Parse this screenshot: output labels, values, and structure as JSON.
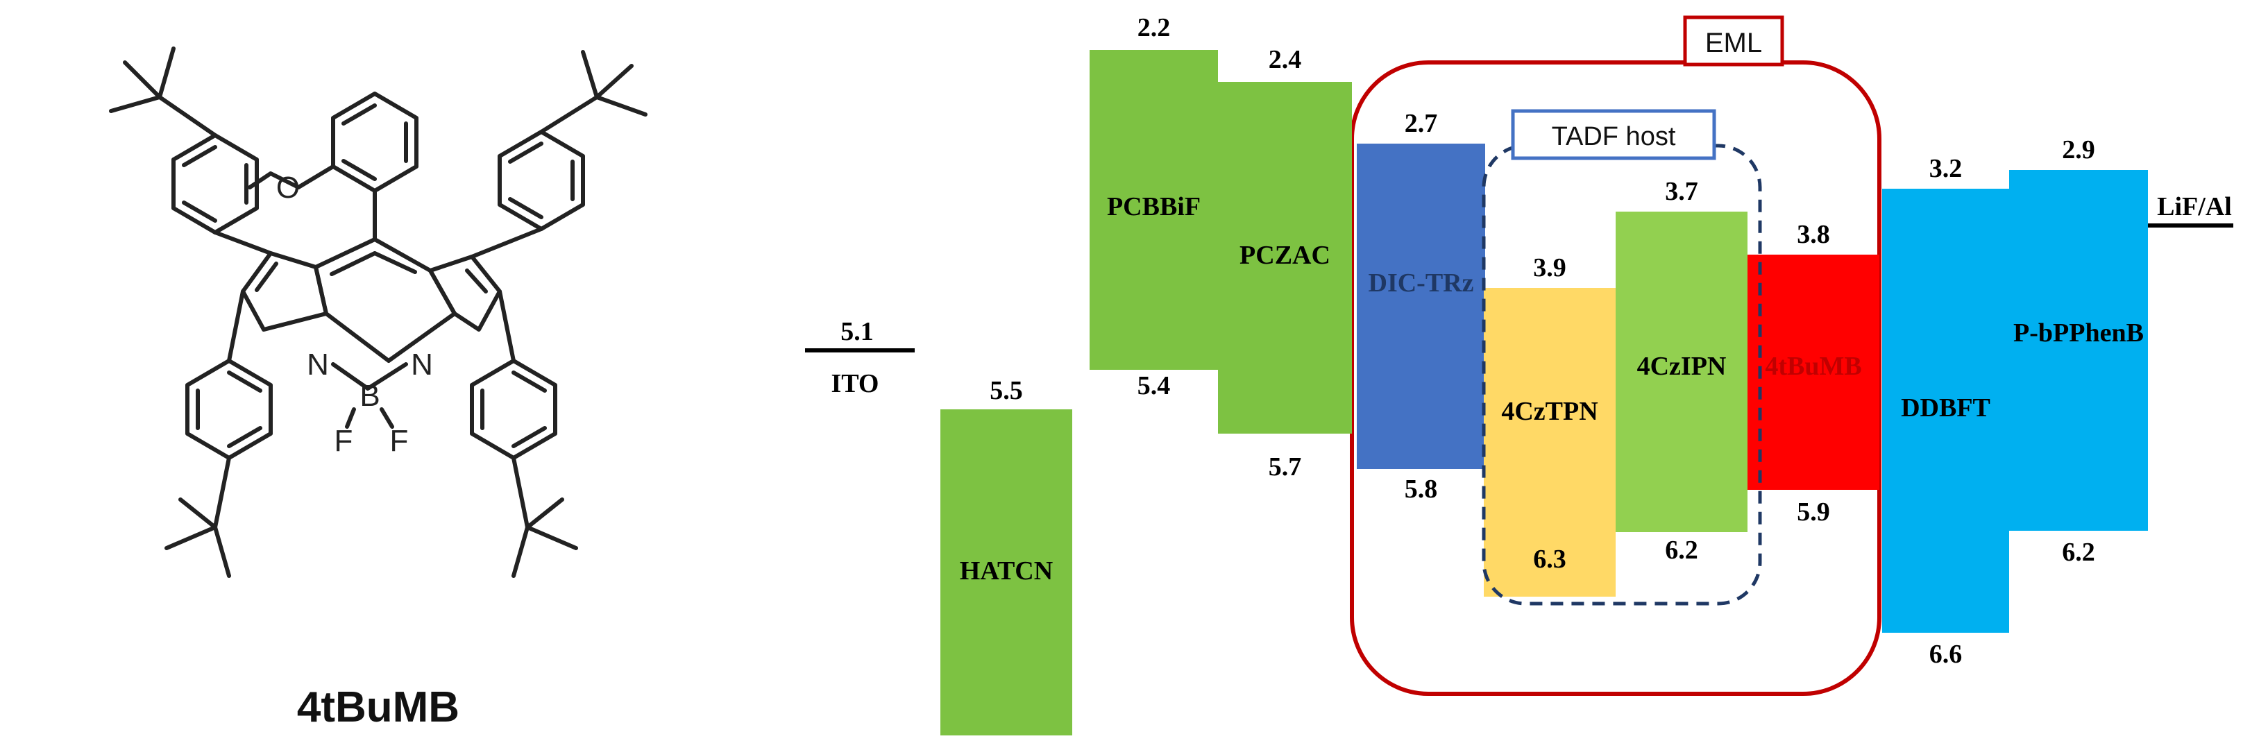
{
  "molecule": {
    "name": "4tBuMB",
    "atoms": {
      "n_left": "N",
      "n_right": "N",
      "boron": "B",
      "fluorine_left": "F",
      "fluorine_right": "F"
    },
    "substituents": {
      "methoxy_oxygen": "O"
    }
  },
  "diagram": {
    "eml_label": "EML",
    "tadf_host_label": "TADF host",
    "electrodes": [
      {
        "label": "ITO",
        "level": "5.1",
        "color": "#000000"
      },
      {
        "label": "LiF/Al",
        "level": "",
        "color": "#000000"
      }
    ],
    "layers": [
      {
        "label": "HATCN",
        "lumo": "",
        "homo": "5.5",
        "color": "#7dc242"
      },
      {
        "label": "PCBBiF",
        "lumo": "2.2",
        "homo": "5.4",
        "color": "#7dc242"
      },
      {
        "label": "PCZAC",
        "lumo": "2.4",
        "homo": "5.7",
        "color": "#7dc242"
      },
      {
        "label": "DIC-TRz",
        "lumo": "2.7",
        "homo": "5.8",
        "color": "#4472c4"
      },
      {
        "label": "4CzTPN",
        "lumo": "3.9",
        "homo": "6.3",
        "color": "#ffd966"
      },
      {
        "label": "4CzIPN",
        "lumo": "3.7",
        "homo": "6.2",
        "color": "#92d050"
      },
      {
        "label": "4tBuMB",
        "lumo": "3.8",
        "homo": "5.9",
        "color": "#ff0000"
      },
      {
        "label": "DDBFT",
        "lumo": "3.2",
        "homo": "6.6",
        "color": "#00b0f0"
      },
      {
        "label": "P-bPPhenB",
        "lumo": "2.9",
        "homo": "6.2",
        "color": "#00b0f0"
      }
    ],
    "colors": {
      "eml_border": "#c00000",
      "tadf_label_border": "#4472c4",
      "tadf_dash": "#1f3864",
      "label_red": "#c00000"
    }
  }
}
